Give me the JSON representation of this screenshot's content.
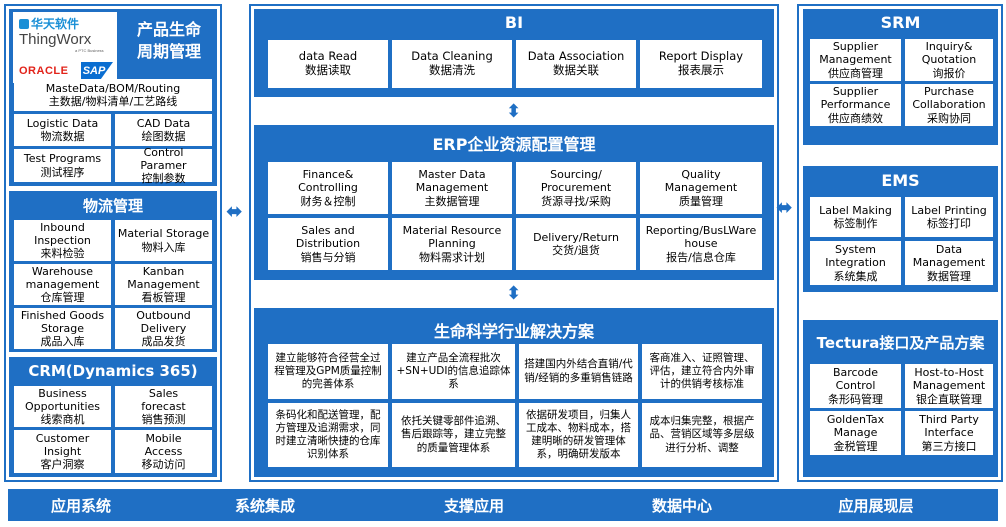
{
  "left": {
    "logo_hq": "华天软件",
    "logo_thingworx": "ThingWorx",
    "logo_ptc": "a PTC Business",
    "logo_oracle": "ORACLE",
    "logo_sap": "SAP",
    "plm_title_1": "产品生命",
    "plm_title_2": "周期管理",
    "plm_cells": [
      {
        "en": "MasteData/BOM/Routing",
        "cn": "主数据/物料清单/工艺路线"
      },
      {
        "en": "Logistic Data",
        "cn": "物流数据"
      },
      {
        "en": "CAD Data",
        "cn": "绘图数据"
      },
      {
        "en": "Test Programs",
        "cn": "测试程序"
      },
      {
        "en": "Control Paramer",
        "cn": "控制参数"
      }
    ],
    "wms_title": "物流管理",
    "wms_cells": [
      {
        "en": "Inbound Inspection",
        "cn": "来料检验"
      },
      {
        "en": "Material Storage",
        "cn": "物料入库"
      },
      {
        "en": "Warehouse management",
        "cn": "仓库管理"
      },
      {
        "en": "Kanban Management",
        "cn": "看板管理"
      },
      {
        "en": "Finished Goods Storage",
        "cn": "成品入库"
      },
      {
        "en": "Outbound Delivery",
        "cn": "成品发货"
      }
    ],
    "crm_title": "CRM(Dynamics 365)",
    "crm_cells": [
      {
        "en": "Business Opportunities",
        "cn": "线索商机"
      },
      {
        "en": "Sales forecast",
        "cn": "销售预测"
      },
      {
        "en": "Customer Insight",
        "cn": "客户洞察"
      },
      {
        "en": "Mobile Access",
        "cn": "移动访问"
      }
    ]
  },
  "center": {
    "bi_title": "BI",
    "bi_cells": [
      {
        "en": "data Read",
        "cn": "数据读取"
      },
      {
        "en": "Data Cleaning",
        "cn": "数据清洗"
      },
      {
        "en": "Data Association",
        "cn": "数据关联"
      },
      {
        "en": "Report Display",
        "cn": "报表展示"
      }
    ],
    "erp_title": "ERP企业资源配置管理",
    "erp_cells": [
      {
        "en": "Finance& Controlling",
        "cn": "财务＆控制"
      },
      {
        "en": "Master Data Management",
        "cn": "主数据管理"
      },
      {
        "en": "Sourcing/ Procurement",
        "cn": "货源寻找/采购"
      },
      {
        "en": "Quality Management",
        "cn": "质量管理"
      },
      {
        "en": "Sales and Distribution",
        "cn": "销售与分销"
      },
      {
        "en": "Material Resource Planning",
        "cn": "物料需求计划"
      },
      {
        "en": "Delivery/Return",
        "cn": "交货/退货"
      },
      {
        "en": "Reporting/BusLWarehouse",
        "cn": "报告/信息仓库"
      }
    ],
    "life_title": "生命科学行业解决方案",
    "life_cells": [
      "建立能够符合径营全过程管理及GPM质量控制的完善体系",
      "建立产品全流程批次+SN+UDI的信息追踪体系",
      "搭建国内外结合直销/代销/经销的多重销售链路",
      "客商准入、证照管理、评估，建立符合内外审计的供销考核标准",
      "条码化和配送管理，配方管理及追溯需求，同时建立清晰快捷的仓库识别体系",
      "依托关键零部件追溯、售后跟踪等，建立完整的质量管理体系",
      "依据研发项目，归集人工成本、物料成本，搭建明晰的研发管理体系，明确研发版本",
      "成本归集完整，根据产品、营销区域等多层级进行分析、调整"
    ]
  },
  "right": {
    "srm_title": "SRM",
    "srm_cells": [
      {
        "en": "Supplier Management",
        "cn": "供应商管理"
      },
      {
        "en": "Inquiry& Quotation",
        "cn": "询报价"
      },
      {
        "en": "Supplier Performance",
        "cn": "供应商绩效"
      },
      {
        "en": "Purchase Collaboration",
        "cn": "采购协同"
      }
    ],
    "ems_title": "EMS",
    "ems_cells": [
      {
        "en": "Label Making",
        "cn": "标签制作"
      },
      {
        "en": "Label Printing",
        "cn": "标签打印"
      },
      {
        "en": "System Integration",
        "cn": "系统集成"
      },
      {
        "en": "Data Management",
        "cn": "数据管理"
      }
    ],
    "tec_title": "Tectura接口及产品方案",
    "tec_cells": [
      {
        "en": "Barcode Control",
        "cn": "条形码管理"
      },
      {
        "en": "Host-to-Host Management",
        "cn": "银企直联管理"
      },
      {
        "en": "GoldenTax Manage",
        "cn": "金税管理"
      },
      {
        "en": "Third Party Interface",
        "cn": "第三方接口"
      }
    ]
  },
  "bottom": [
    "应用系统",
    "系统集成",
    "支撑应用",
    "数据中心",
    "应用展现层"
  ],
  "colors": {
    "primary": "#1f6fc4",
    "oracle": "#e2231a",
    "sap": "#0a6ed1",
    "hq": "#1a8fd6"
  }
}
